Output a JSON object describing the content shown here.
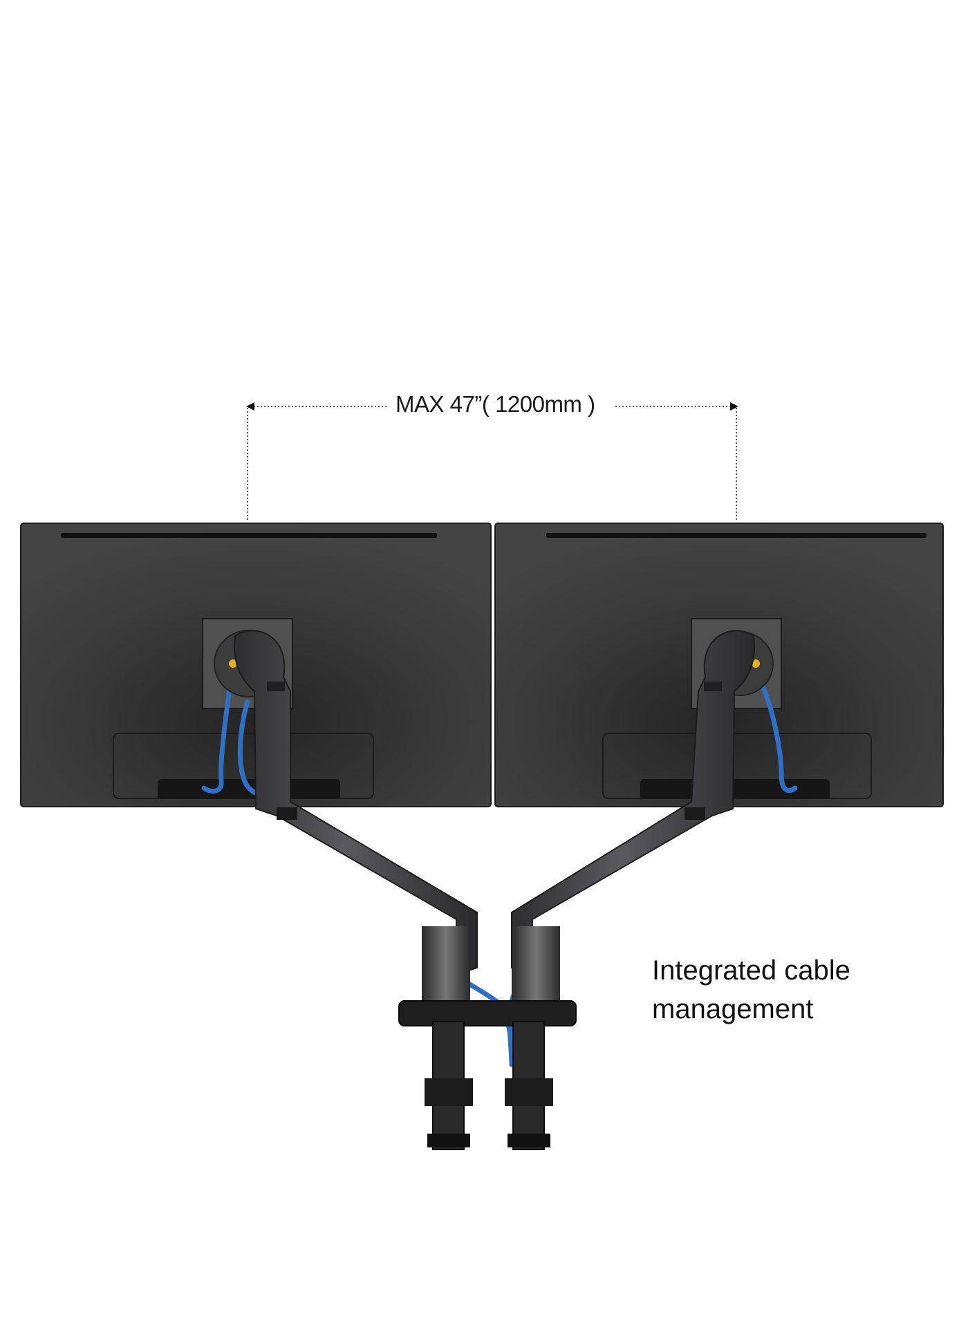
{
  "dimension": {
    "label": "MAX 47”( 1200mm )",
    "max_size_in": "47”",
    "max_width_mm": "1200mm"
  },
  "caption": {
    "line1": "Integrated cable",
    "line2": "management"
  },
  "product": {
    "type": "dual monitor arm mount",
    "monitor_color": "#3c3c3c",
    "arm_color": "#4a4a4d",
    "cable_color": "#2f6fc4",
    "accent_color": "#e0b020"
  }
}
